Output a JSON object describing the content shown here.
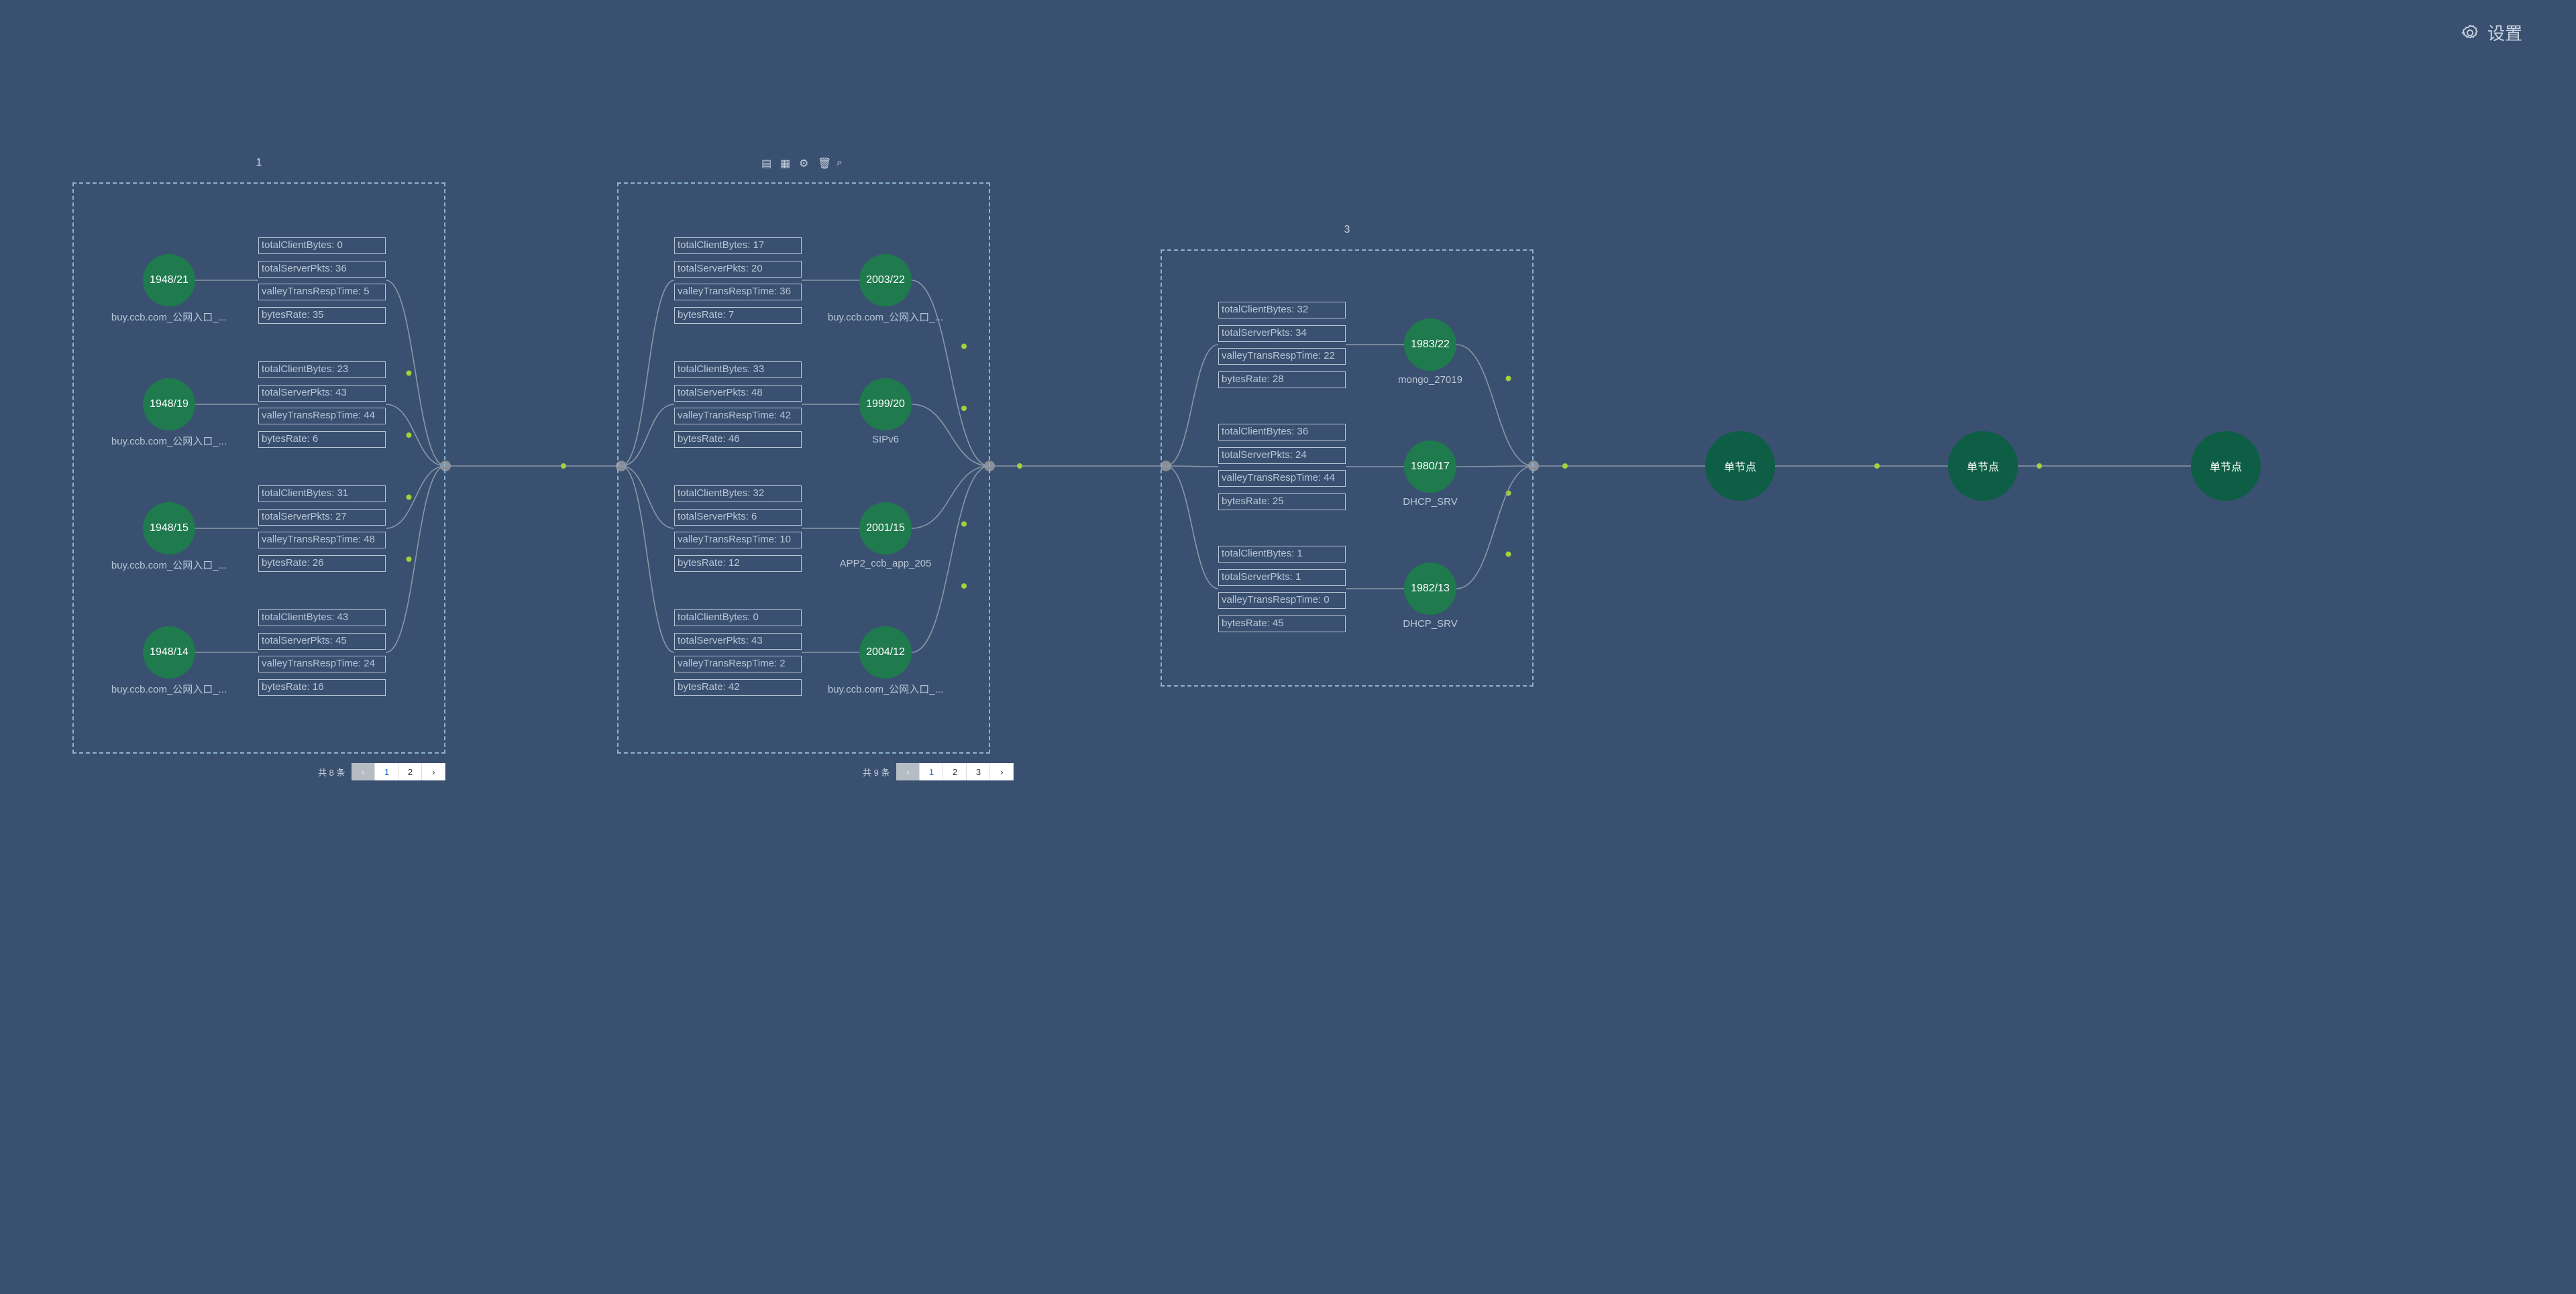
{
  "settings": {
    "label": "设置",
    "icon": "gear-icon"
  },
  "colors": {
    "background": "#3a5070",
    "node": "#1f7a4e",
    "single_node": "#0d5e45",
    "edge_dot": "#a4d13a",
    "junction": "#8a8f96"
  },
  "groups": [
    {
      "title": "1",
      "pager": {
        "total": "共 8 条",
        "pages": [
          "1",
          "2"
        ],
        "current": "1"
      },
      "items": [
        {
          "node": "1948/21",
          "label": "buy.ccb.com_公网入口_...",
          "metrics": [
            "totalClientBytes: 0",
            "totalServerPkts: 36",
            "valleyTransRespTime: 5",
            "bytesRate: 35"
          ]
        },
        {
          "node": "1948/19",
          "label": "buy.ccb.com_公网入口_...",
          "metrics": [
            "totalClientBytes: 23",
            "totalServerPkts: 43",
            "valleyTransRespTime: 44",
            "bytesRate: 6"
          ]
        },
        {
          "node": "1948/15",
          "label": "buy.ccb.com_公网入口_...",
          "metrics": [
            "totalClientBytes: 31",
            "totalServerPkts: 27",
            "valleyTransRespTime: 48",
            "bytesRate: 26"
          ]
        },
        {
          "node": "1948/14",
          "label": "buy.ccb.com_公网入口_...",
          "metrics": [
            "totalClientBytes: 43",
            "totalServerPkts: 45",
            "valleyTransRespTime: 24",
            "bytesRate: 16"
          ]
        }
      ]
    },
    {
      "title": "",
      "toolbar": [
        "doc-icon",
        "file-icon",
        "gear-icon",
        "trash-icon",
        "search-icon"
      ],
      "pager": {
        "total": "共 9 条",
        "pages": [
          "1",
          "2",
          "3"
        ],
        "current": "1"
      },
      "items": [
        {
          "node": "2003/22",
          "label": "buy.ccb.com_公网入口_...",
          "metrics": [
            "totalClientBytes: 17",
            "totalServerPkts: 20",
            "valleyTransRespTime: 36",
            "bytesRate: 7"
          ]
        },
        {
          "node": "1999/20",
          "label": "SIPv6",
          "metrics": [
            "totalClientBytes: 33",
            "totalServerPkts: 48",
            "valleyTransRespTime: 42",
            "bytesRate: 46"
          ]
        },
        {
          "node": "2001/15",
          "label": "APP2_ccb_app_205",
          "metrics": [
            "totalClientBytes: 32",
            "totalServerPkts: 6",
            "valleyTransRespTime: 10",
            "bytesRate: 12"
          ]
        },
        {
          "node": "2004/12",
          "label": "buy.ccb.com_公网入口_...",
          "metrics": [
            "totalClientBytes: 0",
            "totalServerPkts: 43",
            "valleyTransRespTime: 2",
            "bytesRate: 42"
          ]
        }
      ]
    },
    {
      "title": "3",
      "items": [
        {
          "node": "1983/22",
          "label": "mongo_27019",
          "metrics": [
            "totalClientBytes: 32",
            "totalServerPkts: 34",
            "valleyTransRespTime: 22",
            "bytesRate: 28"
          ]
        },
        {
          "node": "1980/17",
          "label": "DHCP_SRV",
          "metrics": [
            "totalClientBytes: 36",
            "totalServerPkts: 24",
            "valleyTransRespTime: 44",
            "bytesRate: 25"
          ]
        },
        {
          "node": "1982/13",
          "label": "DHCP_SRV",
          "metrics": [
            "totalClientBytes: 1",
            "totalServerPkts: 1",
            "valleyTransRespTime: 0",
            "bytesRate: 45"
          ]
        }
      ]
    }
  ],
  "single_nodes": [
    "单节点",
    "单节点",
    "单节点"
  ]
}
